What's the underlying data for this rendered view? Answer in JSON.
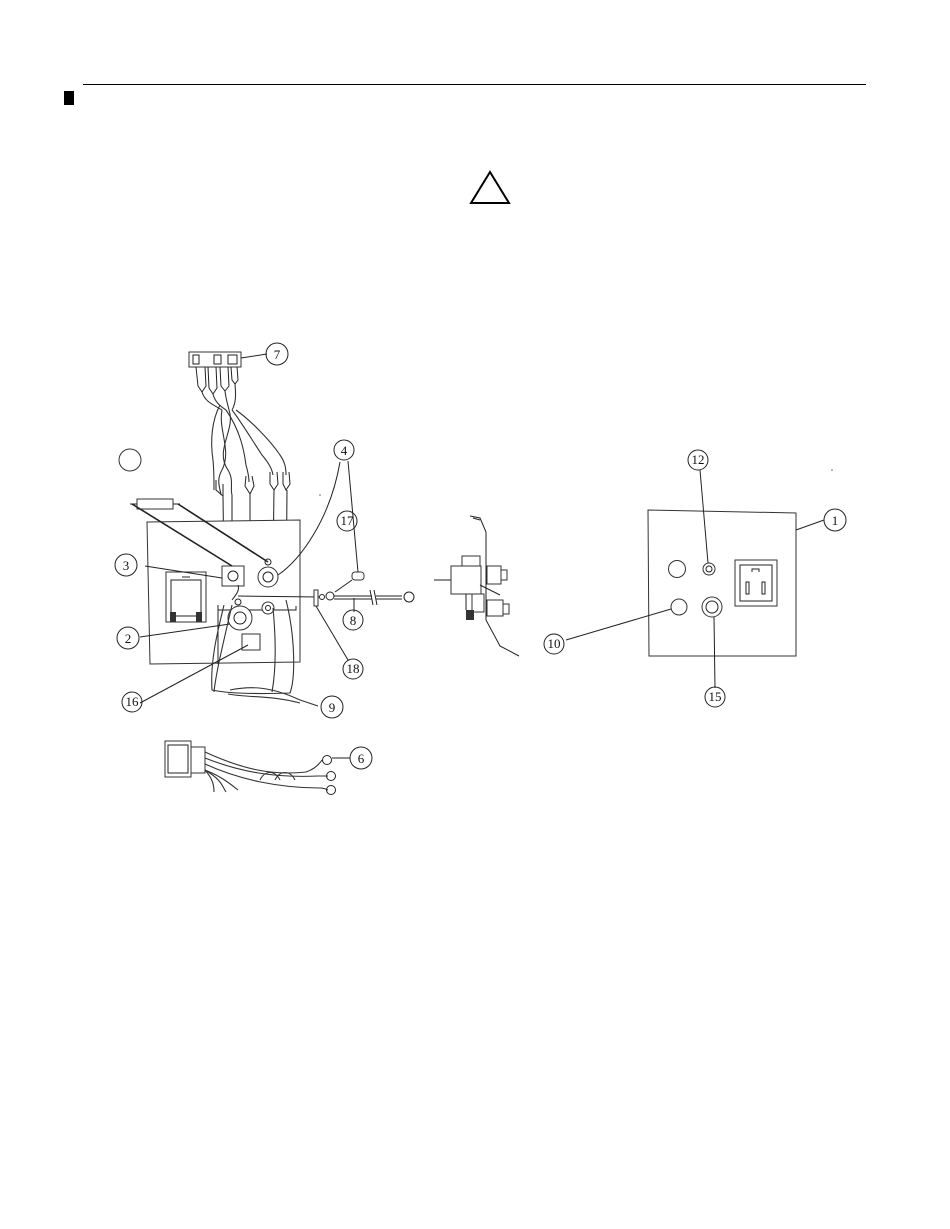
{
  "callouts": {
    "c1": "1",
    "c2": "2",
    "c3": "3",
    "c4": "4",
    "c6": "6",
    "c7": "7",
    "c8": "8",
    "c9": "9",
    "c10": "10",
    "c12": "12",
    "c15": "15",
    "c16": "16",
    "c17": "17",
    "c18": "18"
  }
}
